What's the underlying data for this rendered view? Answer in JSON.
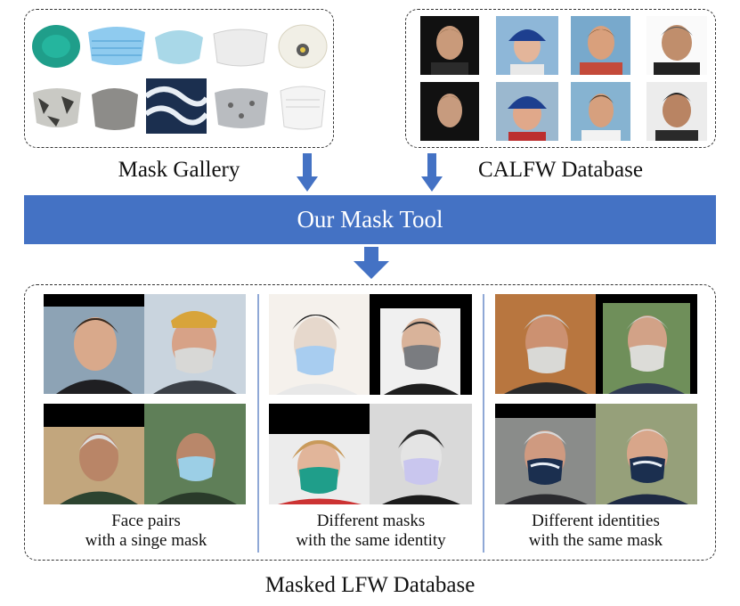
{
  "mask_gallery": {
    "label": "Mask Gallery"
  },
  "calfw": {
    "label": "CALFW Database"
  },
  "tool": {
    "label": "Our Mask Tool"
  },
  "masked_lfw": {
    "label": "Masked LFW Database",
    "groups": [
      {
        "caption_line1": "Face pairs",
        "caption_line2": "with a singe mask"
      },
      {
        "caption_line1": "Different masks",
        "caption_line2": "with the same identity"
      },
      {
        "caption_line1": "Different identities",
        "caption_line2": "with the same mask"
      }
    ]
  },
  "colors": {
    "accent": "#4472c4",
    "arrow": "#4472c4",
    "divider": "#8fa8d6",
    "border": "#333333"
  }
}
